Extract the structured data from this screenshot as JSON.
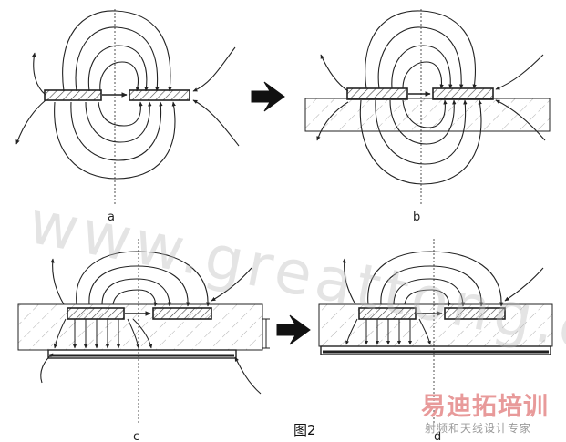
{
  "diagram": {
    "panels": [
      {
        "id": "a",
        "label": "a"
      },
      {
        "id": "b",
        "label": "b"
      },
      {
        "id": "c",
        "label": "c"
      },
      {
        "id": "d",
        "label": "d"
      }
    ],
    "caption": "图2",
    "watermark_text": "www.greattong.com",
    "logo": {
      "title": "易迪拓培训",
      "subtitle": "射频和天线设计专家"
    },
    "colors": {
      "line": "#222222",
      "hatch": "#555555",
      "watermark": "#b9b9b9",
      "logo_title": "#e89a9a",
      "logo_subtitle": "#9a9a9a"
    }
  }
}
